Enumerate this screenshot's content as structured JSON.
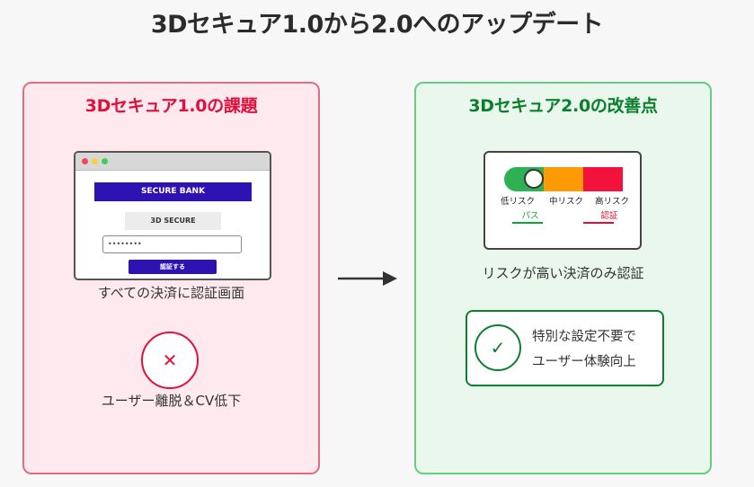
{
  "title": "3Dセキュア1.0から2.0へのアップデート",
  "left_panel": {
    "heading": "3Dセキュア1.0の課題",
    "browser": {
      "bank_label": "SECURE BANK",
      "secure_label": "3D SECURE",
      "password_value": "••••••••",
      "auth_button": "認証する"
    },
    "caption_browser": "すべての決済に認証画面",
    "x_symbol": "✕",
    "caption_problem": "ユーザー離脱＆CV低下"
  },
  "right_panel": {
    "heading": "3Dセキュア2.0の改善点",
    "meter": {
      "levels": [
        "低リスク",
        "中リスク",
        "高リスク"
      ],
      "low_result": "パス",
      "high_result": "認証",
      "colors": {
        "low": "#2eb152",
        "mid": "#fd9b06",
        "high": "#f3123c"
      }
    },
    "caption_meter": "リスクが高い決済のみ認証",
    "check_symbol": "✓",
    "benefit_line1": "特別な設定不要で",
    "benefit_line2": "ユーザー体験向上"
  },
  "colors": {
    "problem_accent": "#e0103c",
    "improvement_accent": "#0a7f2e",
    "brand_button": "#2e13b2"
  },
  "icons": {
    "arrow": "right-arrow-icon",
    "cross": "cross-icon",
    "check": "check-icon"
  }
}
